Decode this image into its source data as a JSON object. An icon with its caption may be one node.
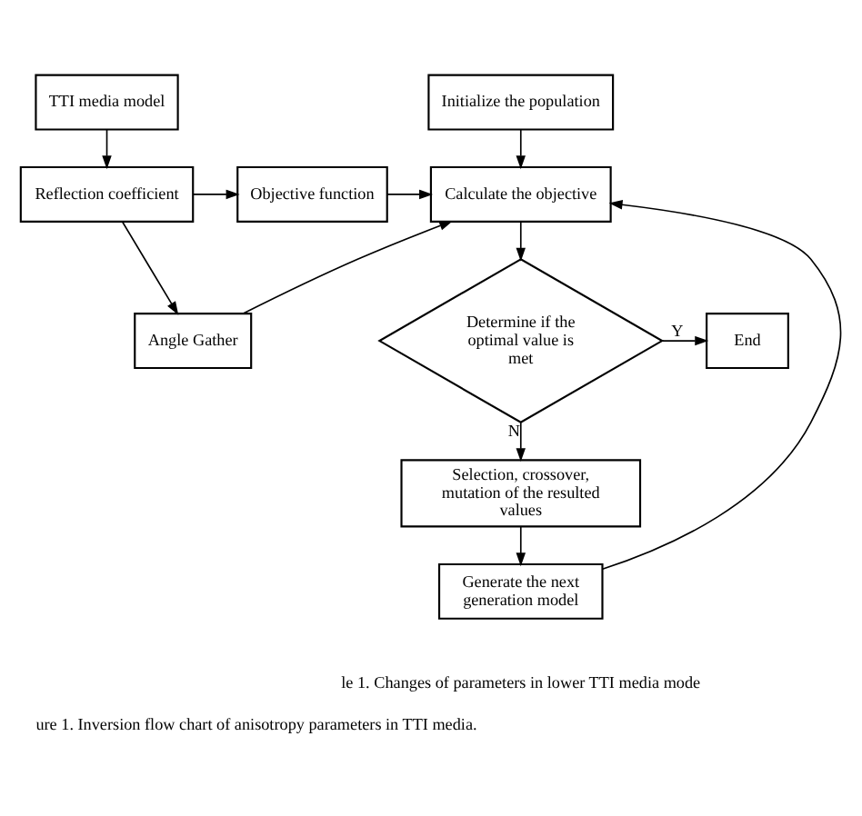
{
  "diagram": {
    "caption": "ure 1. Inversion flow chart of anisotropy parameters in TTI media.",
    "nodes": [
      {
        "text": [
          "Initialize the population"
        ]
      },
      {
        "text": [
          "TTI media model"
        ]
      },
      {
        "text": [
          "Calculate the objective"
        ]
      },
      {
        "text": [
          "Objective function"
        ]
      },
      {
        "text": [
          "Reflection coefficient"
        ]
      },
      {
        "text": [
          "Angle Gather"
        ]
      },
      {
        "text": [
          "Determine if the optimal value is met"
        ]
      },
      {
        "text": [
          "End"
        ]
      },
      {
        "text": [
          "Selection, crossover, mutation of the resulted values"
        ]
      },
      {
        "text": [
          "Generate the next generation model"
        ]
      }
    ],
    "edges": [
      {
        "from": 0,
        "to": 2,
        "arrow": "to"
      },
      {
        "from": 1,
        "to": 4,
        "arrow": "to"
      },
      {
        "from": 4,
        "to": 3,
        "arrow": "to"
      },
      {
        "from": 3,
        "to": 2,
        "arrow": "to"
      },
      {
        "from": 4,
        "to": 5,
        "arrow": "to"
      },
      {
        "from": 5,
        "to": 2,
        "arrow": "to"
      },
      {
        "from": 2,
        "to": 6,
        "arrow": "to"
      },
      {
        "from": 6,
        "to": 7,
        "label": "Y",
        "arrow": "to"
      },
      {
        "from": 6,
        "to": 8,
        "label": "N",
        "arrow": "to"
      },
      {
        "from": 8,
        "to": 9,
        "arrow": "to"
      },
      {
        "from": 9,
        "to": 2,
        "arrow": "to"
      }
    ],
    "labels": [
      "le 1. Changes of parameters in lower TTI media mode"
    ]
  }
}
